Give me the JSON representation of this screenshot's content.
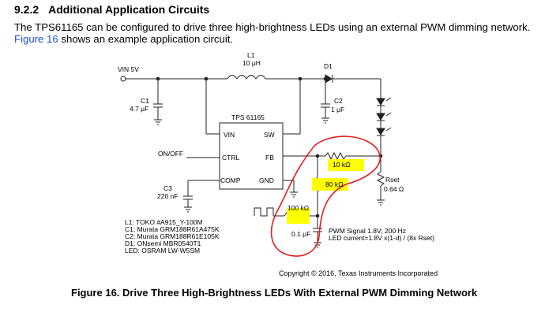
{
  "section": {
    "number": "9.2.2",
    "title": "Additional Application Circuits"
  },
  "paragraph": {
    "text_before": "The TPS61165 can be configured to drive three high-brightness LEDs using an external PWM dimming network.",
    "link": "Figure 16",
    "text_after": "shows an example application circuit."
  },
  "schematic": {
    "vin_label": "VIN  5V",
    "l1_name": "L1",
    "l1_value": "10 μH",
    "d1_name": "D1",
    "c1_name": "C1",
    "c1_value": "4.7 μF",
    "c2_name": "C2",
    "c2_value": "1 μF",
    "ic_name": "TPS 61165",
    "pin_vin": "VIN",
    "pin_sw": "SW",
    "pin_ctrl": "CTRL",
    "pin_fb": "FB",
    "pin_comp": "COMP",
    "pin_gnd": "GND",
    "onoff_label": "ON/OFF",
    "c3_name": "C3",
    "c3_value": "220 nF",
    "r_10k": "10 kΩ",
    "r_80k": "80 kΩ",
    "r_100k": "100 kΩ",
    "cap_01": "0.1 μF",
    "rset_name": "Rset",
    "rset_value": "0.64 Ω",
    "pwm_note_1": "PWM Signal 1.8V; 200 Hz",
    "pwm_note_2": "LED current=1.8V x(1-d) / (8x Rset)",
    "bom": [
      "L1: TOKO #A915_Y-100M",
      "C1: Murata GRM188R61A475K",
      "C2: Murata GRM188R61E105K",
      "D1: ONsemi MBR0540T1",
      "LED: OSRAM LW-W5SM"
    ],
    "copyright": "Copyright © 2016, Texas Instruments Incorporated"
  },
  "caption": "Figure 16.  Drive Three High-Brightness LEDs With External PWM Dimming Network",
  "colors": {
    "link": "#1f4fd0",
    "highlight": "#ffff00",
    "annotation": "#e0201e",
    "wire": "#222222"
  }
}
